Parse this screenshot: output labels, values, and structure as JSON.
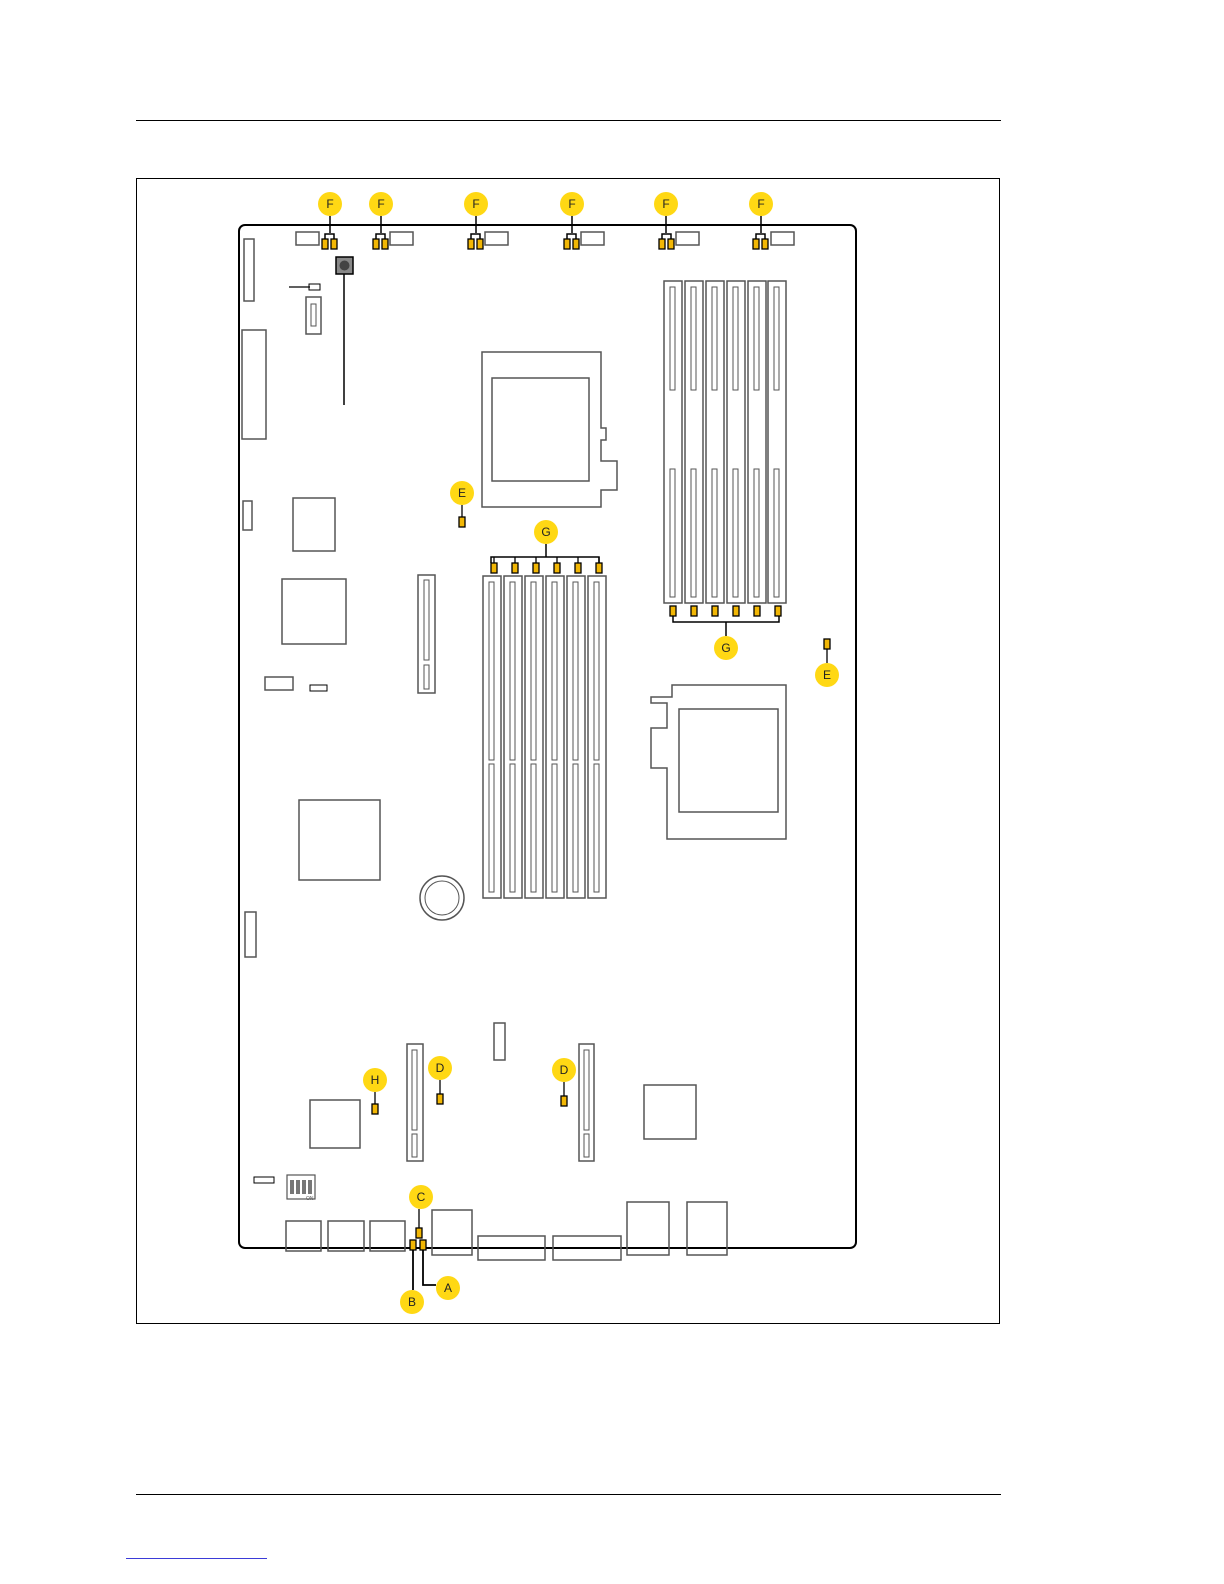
{
  "colors": {
    "callout": "#FFD814",
    "led": "#F2B705",
    "line": "#000000",
    "component": "#555555",
    "link": "#3b3bd8"
  },
  "callouts": {
    "fan_labels": [
      "F",
      "F",
      "F",
      "F",
      "F",
      "F"
    ],
    "cpu_top_dimm_leds": "G",
    "cpu_bottom_dimm_leds": "G",
    "cpu_top_led": "E",
    "cpu_bottom_led": "E",
    "riser_left_led": "D",
    "riser_right_led": "D",
    "h_led": "H",
    "c_led": "C",
    "a_led": "A",
    "b_led": "B"
  },
  "dip_switch": {
    "label": "ON"
  }
}
